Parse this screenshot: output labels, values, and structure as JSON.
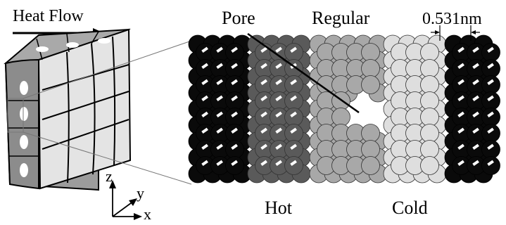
{
  "labels": {
    "heat_flow": "Heat Flow",
    "pore": "Pore",
    "regular": "Regular",
    "spacing": "0.531nm",
    "hot": "Hot",
    "cold": "Cold"
  },
  "axes": {
    "z": "z",
    "y": "y",
    "x": "x"
  },
  "lattice": {
    "regions": [
      {
        "name": "hot-reservoir",
        "color": "#0a0a0a"
      },
      {
        "name": "hot-region",
        "color": "#5a5a5a"
      },
      {
        "name": "middle-region",
        "color": "#a8a8a8"
      },
      {
        "name": "cold-region",
        "color": "#dedede"
      },
      {
        "name": "cold-reservoir",
        "color": "#0a0a0a"
      }
    ],
    "pore_color": "#ffffff"
  }
}
